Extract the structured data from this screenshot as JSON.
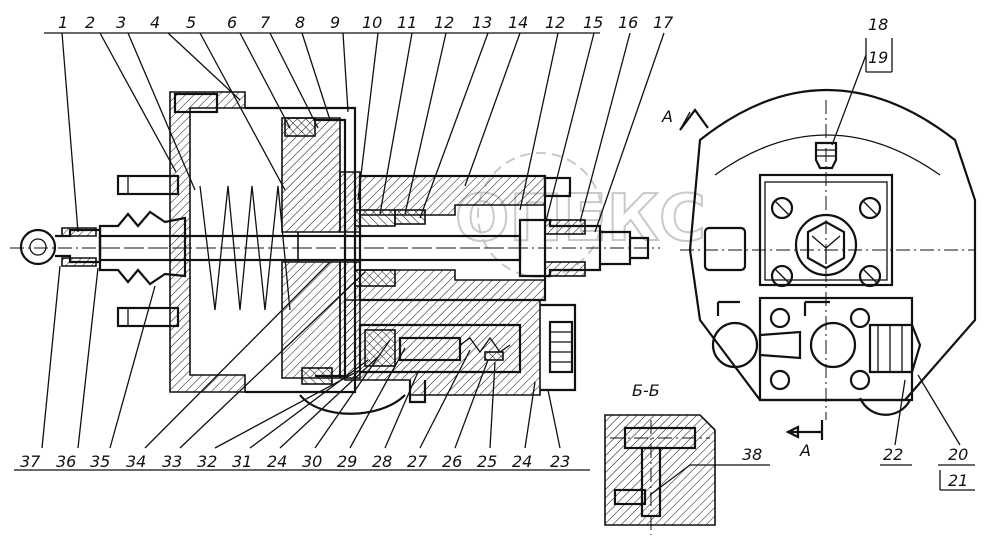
{
  "callouts_top": [
    "1",
    "2",
    "3",
    "4",
    "5",
    "6",
    "7",
    "8",
    "9",
    "10",
    "11",
    "12",
    "13",
    "14",
    "12",
    "15",
    "16",
    "17"
  ],
  "callouts_bottom": [
    "37",
    "36",
    "35",
    "34",
    "33",
    "32",
    "31",
    "24",
    "30",
    "29",
    "28",
    "27",
    "26",
    "25",
    "24",
    "23"
  ],
  "callouts_right": [
    "18",
    "19",
    "22",
    "20",
    "21"
  ],
  "section_b_label": "Б-Б",
  "section_b_callout": "38",
  "view_a_label_top": "А",
  "view_a_label_bottom": "А",
  "watermark": "ОПЕКС"
}
